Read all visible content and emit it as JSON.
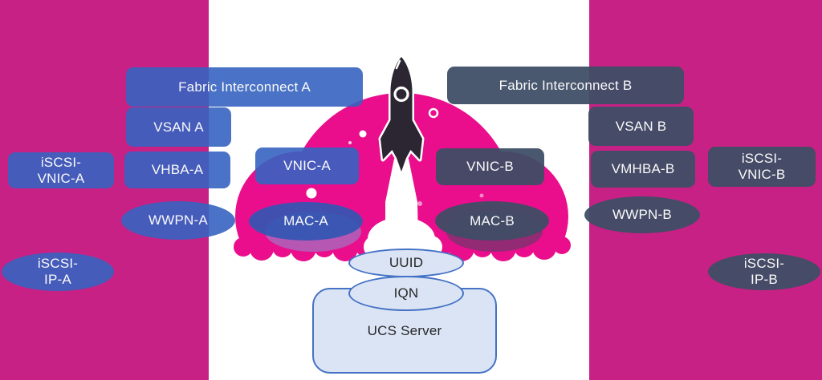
{
  "diagram": {
    "side_a": {
      "fabric_interconnect": "Fabric Interconnect A",
      "vsan": "VSAN A",
      "vhba": "VHBA-A",
      "iscsi_vnic_line1": "iSCSI-",
      "iscsi_vnic_line2": "VNIC-A",
      "vnic": "VNIC-A",
      "wwpn": "WWPN-A",
      "mac": "MAC-A",
      "iscsi_ip_line1": "iSCSI-",
      "iscsi_ip_line2": "IP-A"
    },
    "side_b": {
      "fabric_interconnect": "Fabric Interconnect B",
      "vsan": "VSAN B",
      "vmhba": "VMHBA-B",
      "iscsi_vnic_line1": "iSCSI-",
      "iscsi_vnic_line2": "VNIC-B",
      "vnic": "VNIC-B",
      "wwpn": "WWPN-B",
      "mac": "MAC-B",
      "iscsi_ip_line1": "iSCSI-",
      "iscsi_ip_line2": "IP-B"
    },
    "server": {
      "uuid": "UUID",
      "iqn": "IQN",
      "name": "UCS Server"
    },
    "icons": {
      "rocket": "rocket-icon",
      "cloud": "cloud-shape"
    },
    "colors": {
      "side_bar": "#C72185",
      "cloud": "#EA0E8C",
      "side_a_fill": "#4A72C5",
      "side_b_fill": "#48576C",
      "server_fill": "#DBE4F4",
      "server_border": "#4472C4",
      "label_text": "#FAFAFA",
      "server_text": "#262626",
      "rocket_body": "#2B2631"
    }
  }
}
